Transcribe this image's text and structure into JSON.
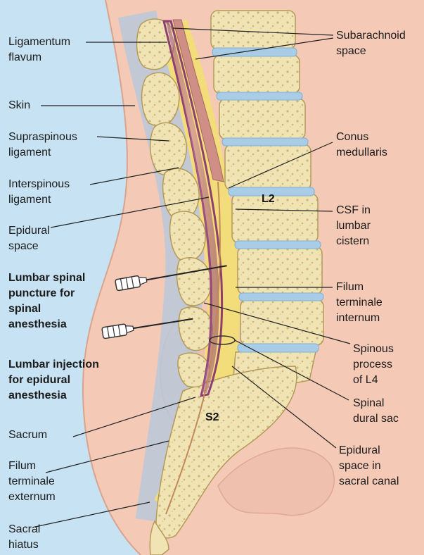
{
  "labels": {
    "ligamentum_flavum": "Ligamentum\nflavum",
    "skin": "Skin",
    "supraspinous_ligament": "Supraspinous\nligament",
    "interspinous_ligament": "Interspinous\nligament",
    "epidural_space": "Epidural\nspace",
    "lumbar_spinal_puncture": "Lumbar spinal\npuncture for\nspinal\nanesthesia",
    "lumbar_injection": "Lumbar injection\nfor epidural\nanesthesia",
    "sacrum": "Sacrum",
    "filum_terminale_externum": "Filum\nterminale\nexternum",
    "sacral_hiatus": "Sacral\nhiatus",
    "subarachnoid_space": "Subarachnoid\nspace",
    "conus_medullaris": "Conus\nmedullaris",
    "csf_in_lumbar_cistern": "CSF in\nlumbar\ncistern",
    "filum_terminale_internum": "Filum\nterminale\ninternum",
    "spinous_process_of_l4": "Spinous\nprocess\nof L4",
    "spinal_dural_sac": "Spinal\ndural sac",
    "epidural_space_in_sacral_canal": "Epidural\nspace in\nsacral canal"
  },
  "vertebra_labels": {
    "l2": "L2",
    "s2": "S2"
  },
  "colors": {
    "background": "#c7e3f3",
    "skin": "#f4c9b6",
    "bone": "#f1e4b4",
    "bone_outline": "#b39a58",
    "disc": "#a9cde6",
    "dural_sac": "#b05a8c",
    "cord": "#cf8f86",
    "fat": "#f3dc7a"
  },
  "icons": [
    "syringe-needle-icon",
    "syringe-needle-icon"
  ]
}
